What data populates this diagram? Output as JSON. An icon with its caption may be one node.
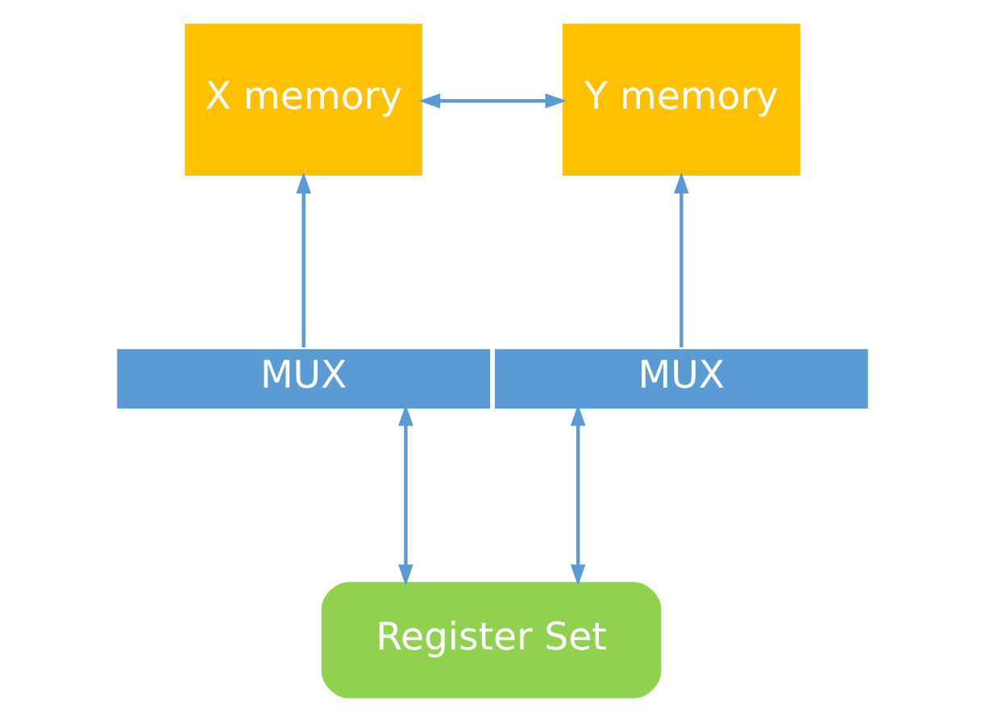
{
  "diagram": {
    "nodes": [
      {
        "text": [
          "X memory"
        ]
      },
      {
        "text": [
          "Y memory"
        ]
      },
      {
        "text": [
          "MUX"
        ]
      },
      {
        "text": [
          "MUX"
        ]
      },
      {
        "text": [
          "Register Set"
        ]
      }
    ],
    "edges": [
      {
        "from": 0,
        "to": 1,
        "arrow": "both"
      },
      {
        "from": 2,
        "to": 0,
        "arrow": "to"
      },
      {
        "from": 3,
        "to": 1,
        "arrow": "to"
      },
      {
        "from": 4,
        "to": 2,
        "arrow": "both"
      },
      {
        "from": 4,
        "to": 3,
        "arrow": "both"
      }
    ]
  }
}
